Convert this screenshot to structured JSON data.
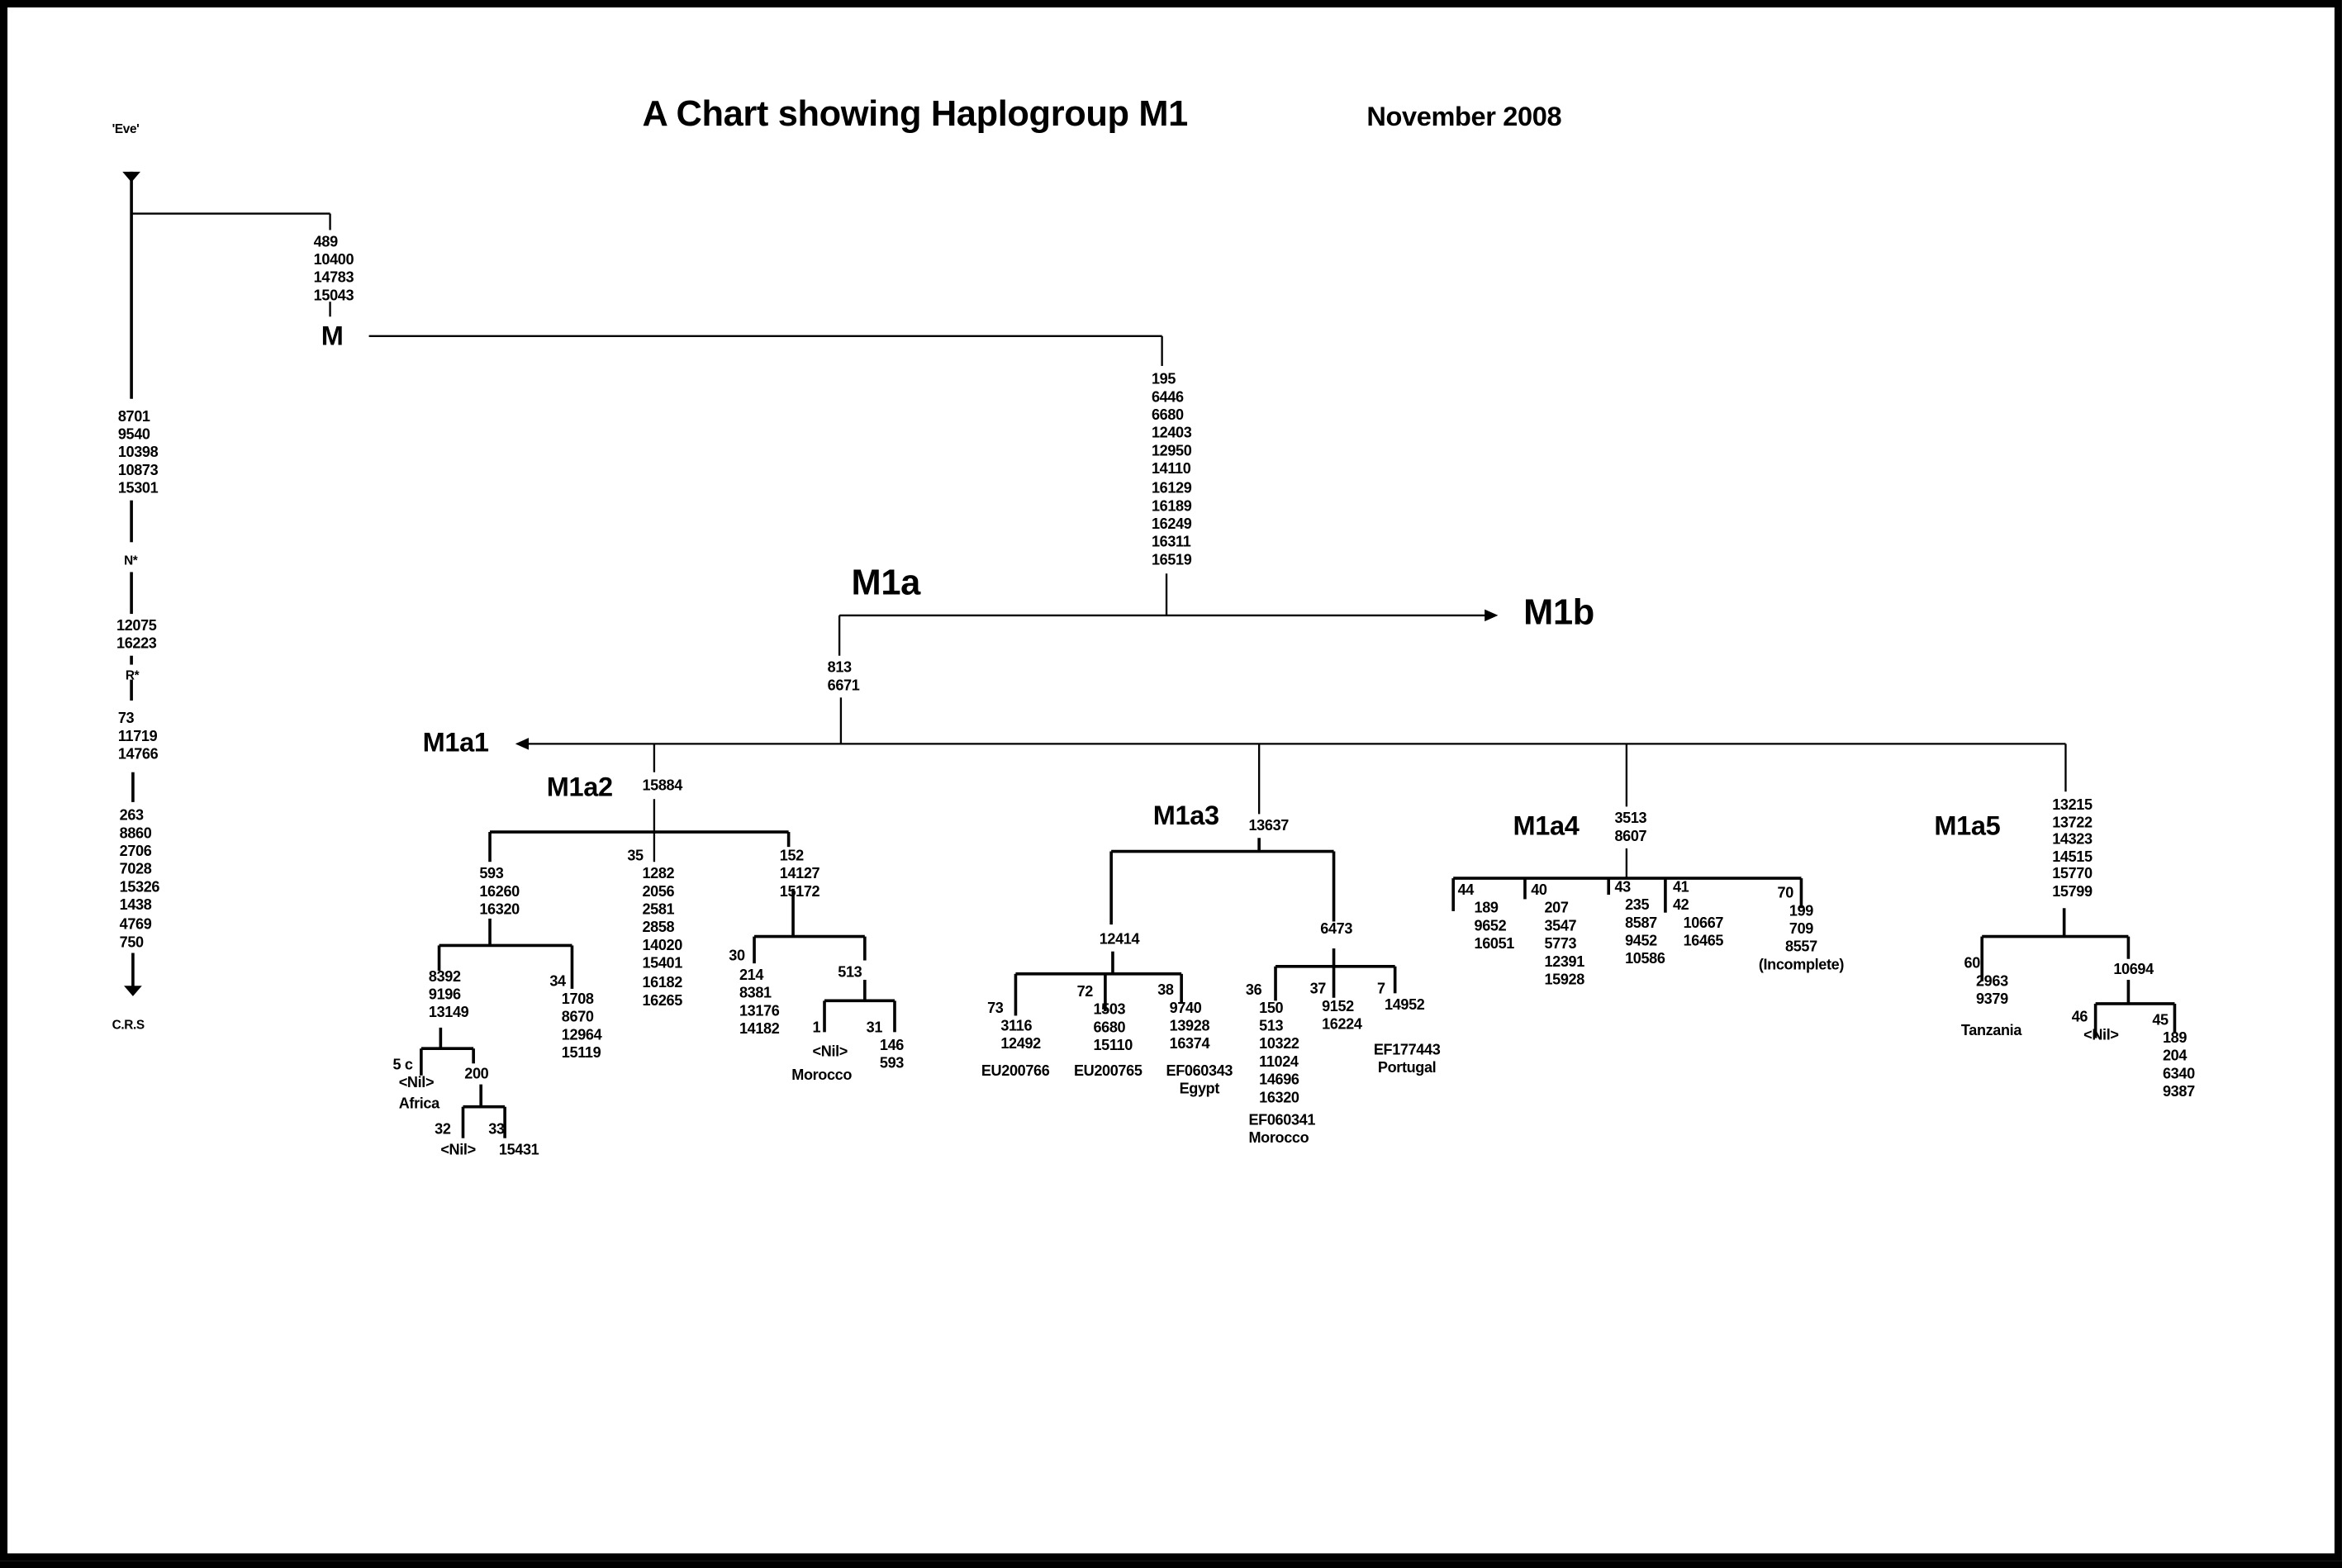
{
  "header": {
    "title": "A Chart showing Haplogroup M1",
    "date": "November 2008"
  },
  "root": {
    "eve": "'Eve'",
    "m_mutations": "489\n10400\n14783\n15043",
    "m_label": "M",
    "n_mutations": "8701\n9540\n10398\n10873\n15301",
    "n_label": "N*",
    "r_mutations": "12075\n16223",
    "r_label": "R*",
    "h_mutations": "73\n11719\n14766",
    "crs_mutations": "263\n8860\n2706\n7028\n15326\n1438\n4769\n750",
    "crs_label": "C.R.S"
  },
  "m1": {
    "mutations": "195\n6446\n6680\n12403\n12950\n14110\n16129\n16189\n16249\n16311\n16519",
    "m1a_label": "M1a",
    "m1b_label": "M1b",
    "m1a_mutations": "813\n6671",
    "m1a1_label": "M1a1"
  },
  "m1a2": {
    "label": "M1a2",
    "mutations": "15884",
    "b1": "593\n16260\n16320",
    "b2_id": "35",
    "b2": "1282\n2056\n2581\n2858\n14020\n15401\n16182\n16265",
    "b3": "152\n14127\n15172",
    "b1a": "8392\n9196\n13149",
    "b1b_id": "34",
    "b1b": "1708\n8670\n12964\n15119",
    "s5c_id": "5 c",
    "s5c": "<Nil>",
    "s5c_place": "Africa",
    "n200": "200",
    "s32_id": "32",
    "s32": "<Nil>",
    "s33_id": "33",
    "s33": "15431",
    "s30_id": "30",
    "s30": "214\n8381\n13176\n14182",
    "n513": "513",
    "s1_id": "1",
    "s1": "<Nil>",
    "s1_place": "Morocco",
    "s31_id": "31",
    "s31": "146\n593"
  },
  "m1a3": {
    "label": "M1a3",
    "mutations": "13637",
    "n12414": "12414",
    "n6473": "6473",
    "s73_id": "73",
    "s73": "3116\n12492",
    "s73_acc": "EU200766",
    "s72_id": "72",
    "s72": "1503\n6680\n15110",
    "s72_acc": "EU200765",
    "s38_id": "38",
    "s38": "9740\n13928\n16374",
    "s38_acc": "EF060343\nEgypt",
    "s36_id": "36",
    "s36": "150\n513\n10322\n11024\n14696\n16320",
    "s36_acc": "EF060341\nMorocco",
    "s37_id": "37",
    "s37": "9152\n16224",
    "s7_id": "7",
    "s7": "14952",
    "s7_acc": "EF177443\nPortugal"
  },
  "m1a4": {
    "label": "M1a4",
    "mutations": "3513\n8607",
    "s44_id": "44",
    "s44": "189\n9652\n16051",
    "s40_id": "40",
    "s40": "207\n3547\n5773\n12391\n15928",
    "s43_id": "43",
    "s43": "235\n8587\n9452\n10586",
    "s41_id": "41\n42",
    "s41": "10667\n16465",
    "s70_id": "70",
    "s70": "199\n709\n8557\n(Incomplete)"
  },
  "m1a5": {
    "label": "M1a5",
    "mutations": "13215\n13722\n14323\n14515\n15770\n15799",
    "s60_id": "60",
    "s60": "2963\n9379",
    "s60_place": "Tanzania",
    "n10694": "10694",
    "s46_id": "46",
    "s46": "<Nil>",
    "s45_id": "45",
    "s45": "189\n204\n6340\n9387"
  }
}
